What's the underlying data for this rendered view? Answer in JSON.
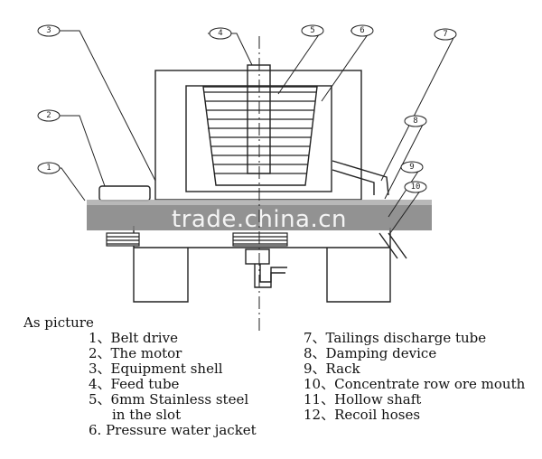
{
  "callouts": [
    "1",
    "2",
    "3",
    "4",
    "5",
    "6",
    "7",
    "8",
    "9",
    "10"
  ],
  "watermark": "trade.china.cn",
  "legend": {
    "heading": "As picture",
    "left": [
      "1、Belt drive",
      "2、The motor",
      "3、Equipment shell",
      "4、Feed tube",
      "5、6mm Stainless steel",
      "in the slot",
      "6. Pressure water jacket"
    ],
    "right": [
      "7、Tailings discharge tube",
      "8、Damping device",
      "9、Rack",
      "10、Concentrate row ore mouth",
      "11、Hollow shaft",
      "12、Recoil hoses"
    ]
  },
  "colors": {
    "line": "#222222",
    "band": "#7f7f7f",
    "text": "#111111"
  }
}
